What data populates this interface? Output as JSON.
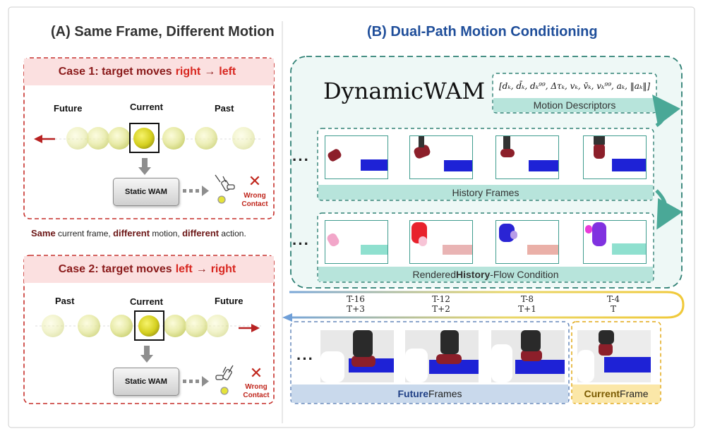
{
  "panel_a": {
    "title": "(A) Same Frame, Different Motion",
    "case1": {
      "prefix": "Case 1: target moves",
      "from": "right",
      "arrow": "→",
      "to": "left",
      "labels": [
        "Future",
        "Current",
        "Past"
      ]
    },
    "case2": {
      "prefix": "Case 2: target moves",
      "from": "left",
      "arrow": "→",
      "to": "right",
      "labels": [
        "Past",
        "Current",
        "Future"
      ]
    },
    "static_wam": "Static WAM",
    "wrong_line1": "Wrong",
    "wrong_line2": "Contact",
    "x_mark": "✕",
    "note": {
      "w1": "Same",
      "t1": " current frame, ",
      "w2": "different",
      "t2": " motion, ",
      "w3": "different",
      "t3": " action."
    }
  },
  "panel_b": {
    "title": "(B) Dual-Path Motion Conditioning",
    "model_name": "DynamicWAM",
    "formula": "[dₖ, d̄ₖ, dₖ⁹⁹, Δτₖ, vₖ, v̄ₖ, vₖ⁹⁹, aₖ, ‖aₖ‖]",
    "motion_descriptors": "Motion Descriptors",
    "history_frames": "History Frames",
    "flow": {
      "pre": "Rendered ",
      "bold": "History",
      "post": "-Flow Condition"
    },
    "ellipsis": "···",
    "time_top": [
      "T-16",
      "T-12",
      "T-8",
      "T-4"
    ],
    "time_bottom": [
      "T+3",
      "T+2",
      "T+1",
      "T"
    ],
    "future": {
      "bold": "Future",
      "rest": " Frames"
    },
    "current": {
      "bold": "Current",
      "rest": " Frame"
    }
  },
  "colors": {
    "red_dashed": "#c62f2a",
    "teal": "#2f8074",
    "teal_light": "#b7e4db",
    "blue_panel": "#c9d9ec",
    "yellow": "#f3c948",
    "title_a": "#333333",
    "title_b": "#1f4e9a"
  }
}
